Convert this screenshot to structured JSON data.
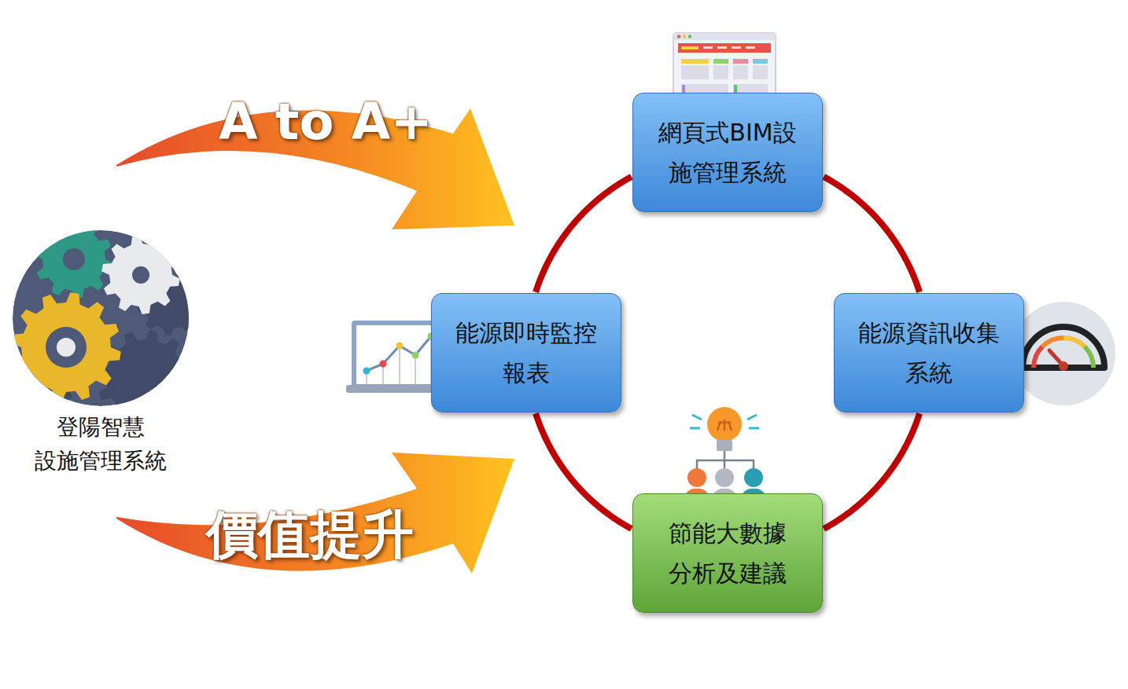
{
  "diagram": {
    "nodes": [
      {
        "text": [
          "登陽智慧 設施管理系統"
        ]
      },
      {
        "text": [
          "網頁式BIM設 施管理系統"
        ]
      },
      {
        "text": [
          "能源即時監控 報表"
        ]
      },
      {
        "text": [
          "能源資訊收集 系統"
        ]
      },
      {
        "text": [
          "節能大數據 分析及建議"
        ]
      }
    ],
    "edges": [
      {
        "from": 1,
        "to": 3,
        "arrow": "none"
      },
      {
        "from": 3,
        "to": 4,
        "arrow": "none"
      },
      {
        "from": 4,
        "to": 2,
        "arrow": "none"
      },
      {
        "from": 2,
        "to": 1,
        "arrow": "none"
      }
    ],
    "labels": [
      "A to A+",
      "價值提升"
    ]
  }
}
